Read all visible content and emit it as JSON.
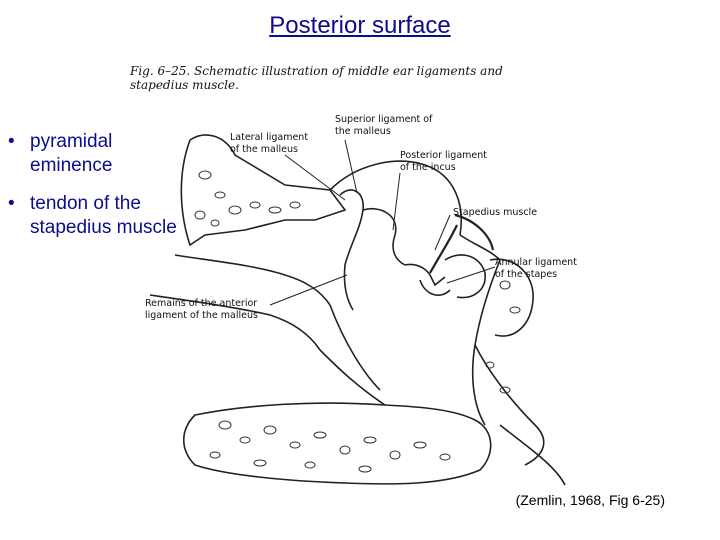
{
  "slide": {
    "title": "Posterior surface",
    "bullets": [
      {
        "marker": "•",
        "text": "pyramidal eminence"
      },
      {
        "marker": "•",
        "text": "tendon of the stapedius muscle"
      }
    ],
    "citation": "(Zemlin, 1968, Fig 6-25)"
  },
  "figure": {
    "caption_line1": "Fig. 6–25.  Schematic illustration of middle ear ligaments and",
    "caption_line2": "stapedius muscle.",
    "labels": {
      "lateral1": "Lateral ligament",
      "lateral2": "of the malleus",
      "superior1": "Superior ligament of",
      "superior2": "the malleus",
      "posterior1": "Posterior ligament",
      "posterior2": "of the incus",
      "stapedius": "Stapedius muscle",
      "annular1": "Annular ligament",
      "annular2": "of the stapes",
      "remains1": "Remains of the anterior",
      "remains2": "ligament of the malleus"
    }
  }
}
